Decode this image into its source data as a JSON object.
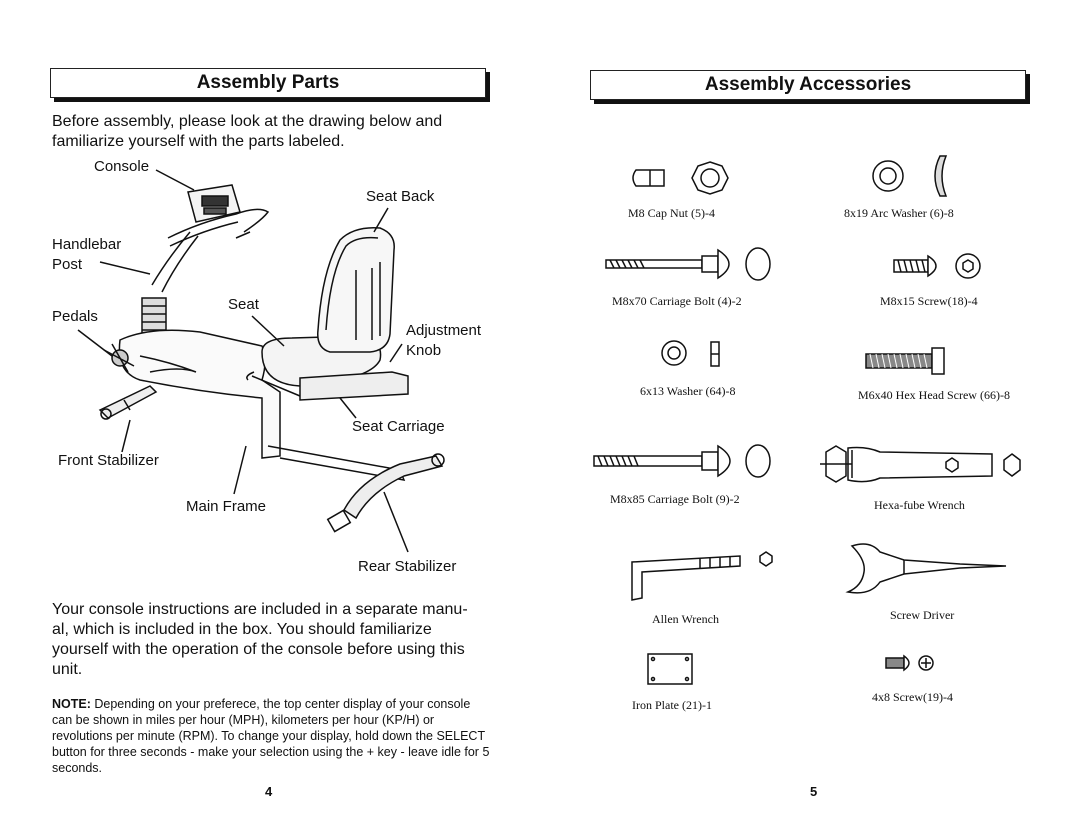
{
  "left_page": {
    "header": "Assembly Parts",
    "intro": "Before assembly, please look at the drawing below and familiarize yourself with the parts labeled.",
    "labels": {
      "console": "Console",
      "seat_back": "Seat Back",
      "handlebar_post_1": "Handlebar",
      "handlebar_post_2": "Post",
      "seat": "Seat",
      "pedals": "Pedals",
      "adjustment_knob_1": "Adjustment",
      "adjustment_knob_2": "Knob",
      "seat_carriage": "Seat Carriage",
      "front_stabilizer": "Front Stabilizer",
      "main_frame": "Main Frame",
      "rear_stabilizer": "Rear Stabilizer"
    },
    "console_text": "Your console instructions are included in a separate manu-al, which is included in the box.  You should familiarize yourself with the operation of the console before using this unit.",
    "note_label": "NOTE:",
    "note_text": " Depending on your preferece, the top center display of your console can be shown in miles per hour (MPH), kilometers per hour (KP/H) or revolutions per minute (RPM).  To change your display, hold down the SELECT button for three seconds - make your selection using the + key - leave idle for 5 seconds.",
    "page_number": "4"
  },
  "right_page": {
    "header": "Assembly Accessories",
    "items": {
      "cap_nut": "M8 Cap Nut (5)-4",
      "arc_washer": "8x19 Arc Washer  (6)-8",
      "carriage_bolt_70": "M8x70 Carriage Bolt (4)-2",
      "screw_m8x15": "M8x15 Screw(18)-4",
      "washer_6x13": "6x13 Washer  (64)-8",
      "hex_head_screw": "M6x40 Hex Head Screw (66)-8",
      "carriage_bolt_85": "M8x85 Carriage Bolt (9)-2",
      "hexa_fube_wrench": "Hexa-fube Wrench",
      "allen_wrench": "Allen Wrench",
      "screw_driver": "Screw Driver",
      "iron_plate": "Iron Plate (21)-1",
      "screw_4x8": "4x8 Screw(19)-4"
    },
    "page_number": "5"
  }
}
